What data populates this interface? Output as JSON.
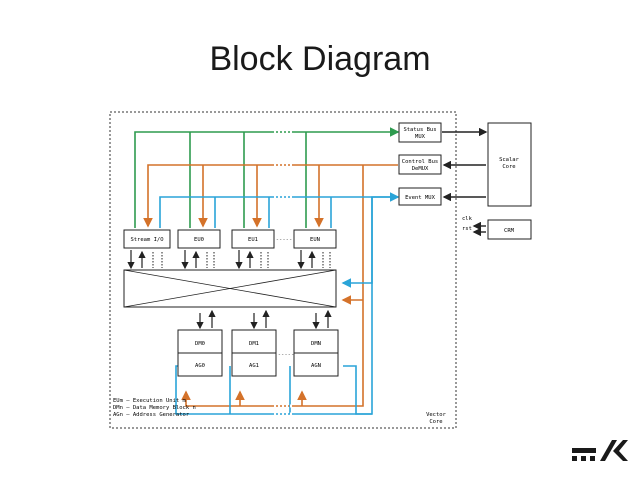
{
  "title": "Block Diagram",
  "blocks": {
    "status_bus_mux": [
      "Status Bus",
      "MUX"
    ],
    "control_bus_demux": [
      "Control Bus",
      "DeMUX"
    ],
    "event_mux": "Event MUX",
    "scalar_core": [
      "Scalar",
      "Core"
    ],
    "crm": "CRM",
    "clk": "clk",
    "rst": "rst",
    "stream_io": "Stream I/O",
    "eu0": "EU0",
    "eu1": "EU1",
    "eun": "EUN",
    "dm0": "DM0",
    "dm1": "DM1",
    "dmn": "DMN",
    "ag0": "AG0",
    "ag1": "AG1",
    "agn": "AGN",
    "vector_core": [
      "Vector",
      "Core"
    ]
  },
  "legend": [
    "EUm – Execution Unit m",
    "DMn – Data Memory Block n",
    "AGn – Address Generator"
  ],
  "ellipsis": "-----",
  "colors": {
    "green": "#2e9b4f",
    "orange": "#d4722a",
    "blue": "#2aa4d8",
    "line": "#222222"
  },
  "logo": {
    "name": "company-logo"
  }
}
